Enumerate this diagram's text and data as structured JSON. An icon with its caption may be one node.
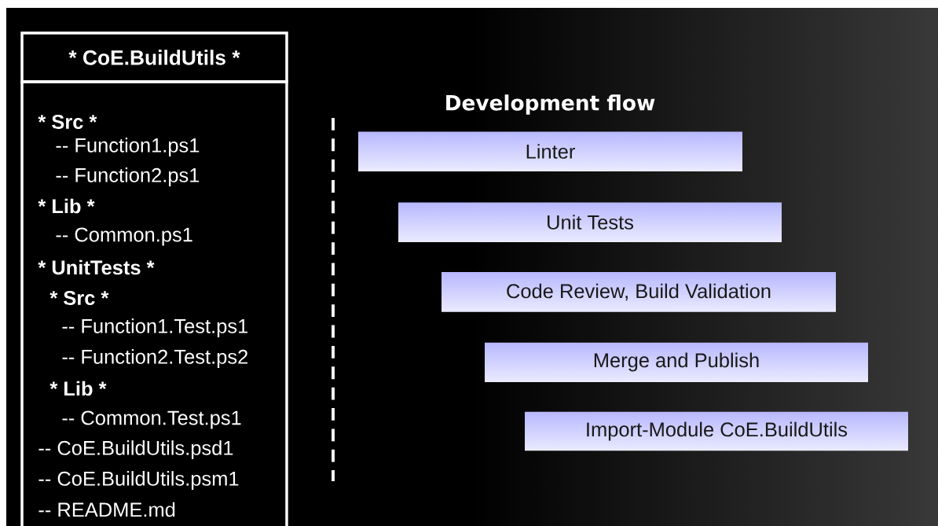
{
  "diagram": {
    "title": "Development flow",
    "nodes": [
      {
        "text": [
          "*  CoE.BuildUtils  *"
        ]
      },
      {
        "text": [
          "* Src *",
          "-- Function1.ps1",
          "-- Function2.ps1",
          "* Lib *",
          "-- Common.ps1",
          "* UnitTests *",
          "* Src *",
          "-- Function1.Test.ps1",
          "-- Function2.Test.ps2",
          "* Lib *",
          "-- Common.Test.ps1",
          "-- CoE.BuildUtils.psd1",
          "-- CoE.BuildUtils.psm1",
          "-- README.md"
        ]
      },
      {
        "text": [
          "Linter"
        ]
      },
      {
        "text": [
          "Unit Tests"
        ]
      },
      {
        "text": [
          "Code Review, Build Validation"
        ]
      },
      {
        "text": [
          "Merge and Publish"
        ]
      },
      {
        "text": [
          "Import-Module CoE.BuildUtils"
        ]
      }
    ]
  }
}
